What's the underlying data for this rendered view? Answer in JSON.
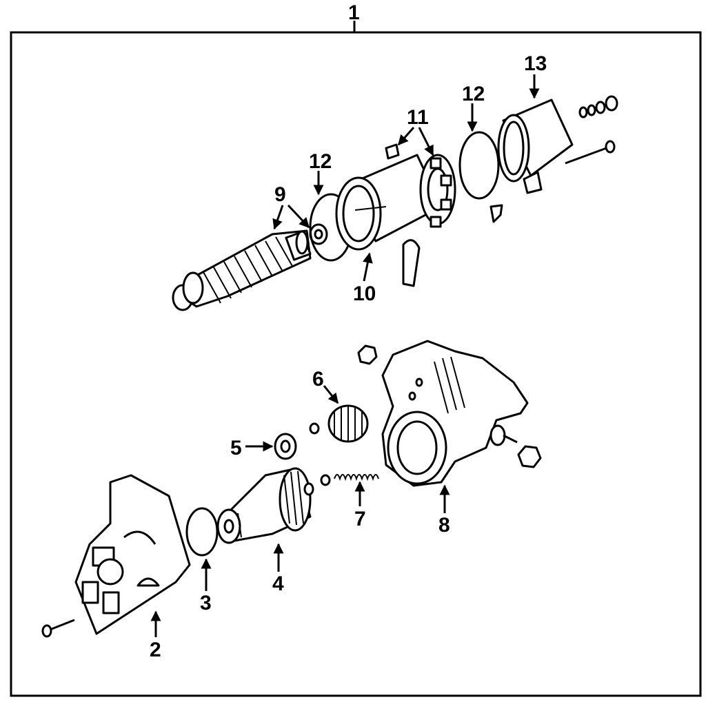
{
  "callouts": {
    "c1": "1",
    "c2": "2",
    "c3": "3",
    "c4": "4",
    "c5": "5",
    "c6": "6",
    "c7": "7",
    "c8": "8",
    "c9": "9",
    "c10": "10",
    "c11": "11",
    "c12a": "12",
    "c12b": "12",
    "c13": "13"
  },
  "icons": {
    "part_shapes": [
      "armature",
      "field-frame",
      "brush-holder",
      "o-ring",
      "end-cap",
      "through-bolt",
      "drive-housing",
      "seal",
      "drive-pinion",
      "idler-gear",
      "bearing-retainer",
      "return-spring",
      "solenoid-housing",
      "terminal-nut",
      "mounting-bolt"
    ]
  }
}
